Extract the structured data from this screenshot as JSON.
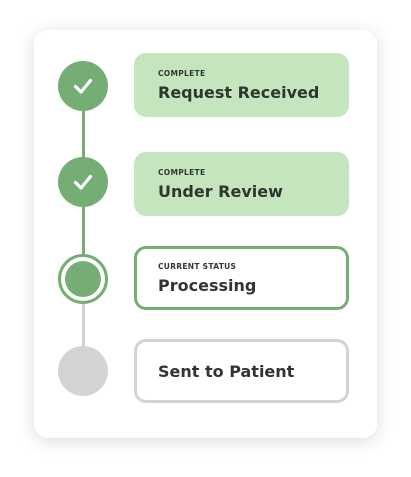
{
  "tracker": {
    "steps": [
      {
        "state": "complete",
        "status_label": "COMPLETE",
        "title": "Request Received",
        "icon": "checkmark-icon"
      },
      {
        "state": "complete",
        "status_label": "COMPLETE",
        "title": "Under Review",
        "icon": "checkmark-icon"
      },
      {
        "state": "current",
        "status_label": "CURRENT STATUS",
        "title": "Processing",
        "icon": "current-dot-icon"
      },
      {
        "state": "pending",
        "status_label": "",
        "title": "Sent to Patient",
        "icon": "pending-circle-icon"
      }
    ],
    "colors": {
      "complete": "#75ad75",
      "complete_card": "#c5e5bf",
      "pending": "#d3d3d3",
      "text": "#2f3630"
    }
  }
}
